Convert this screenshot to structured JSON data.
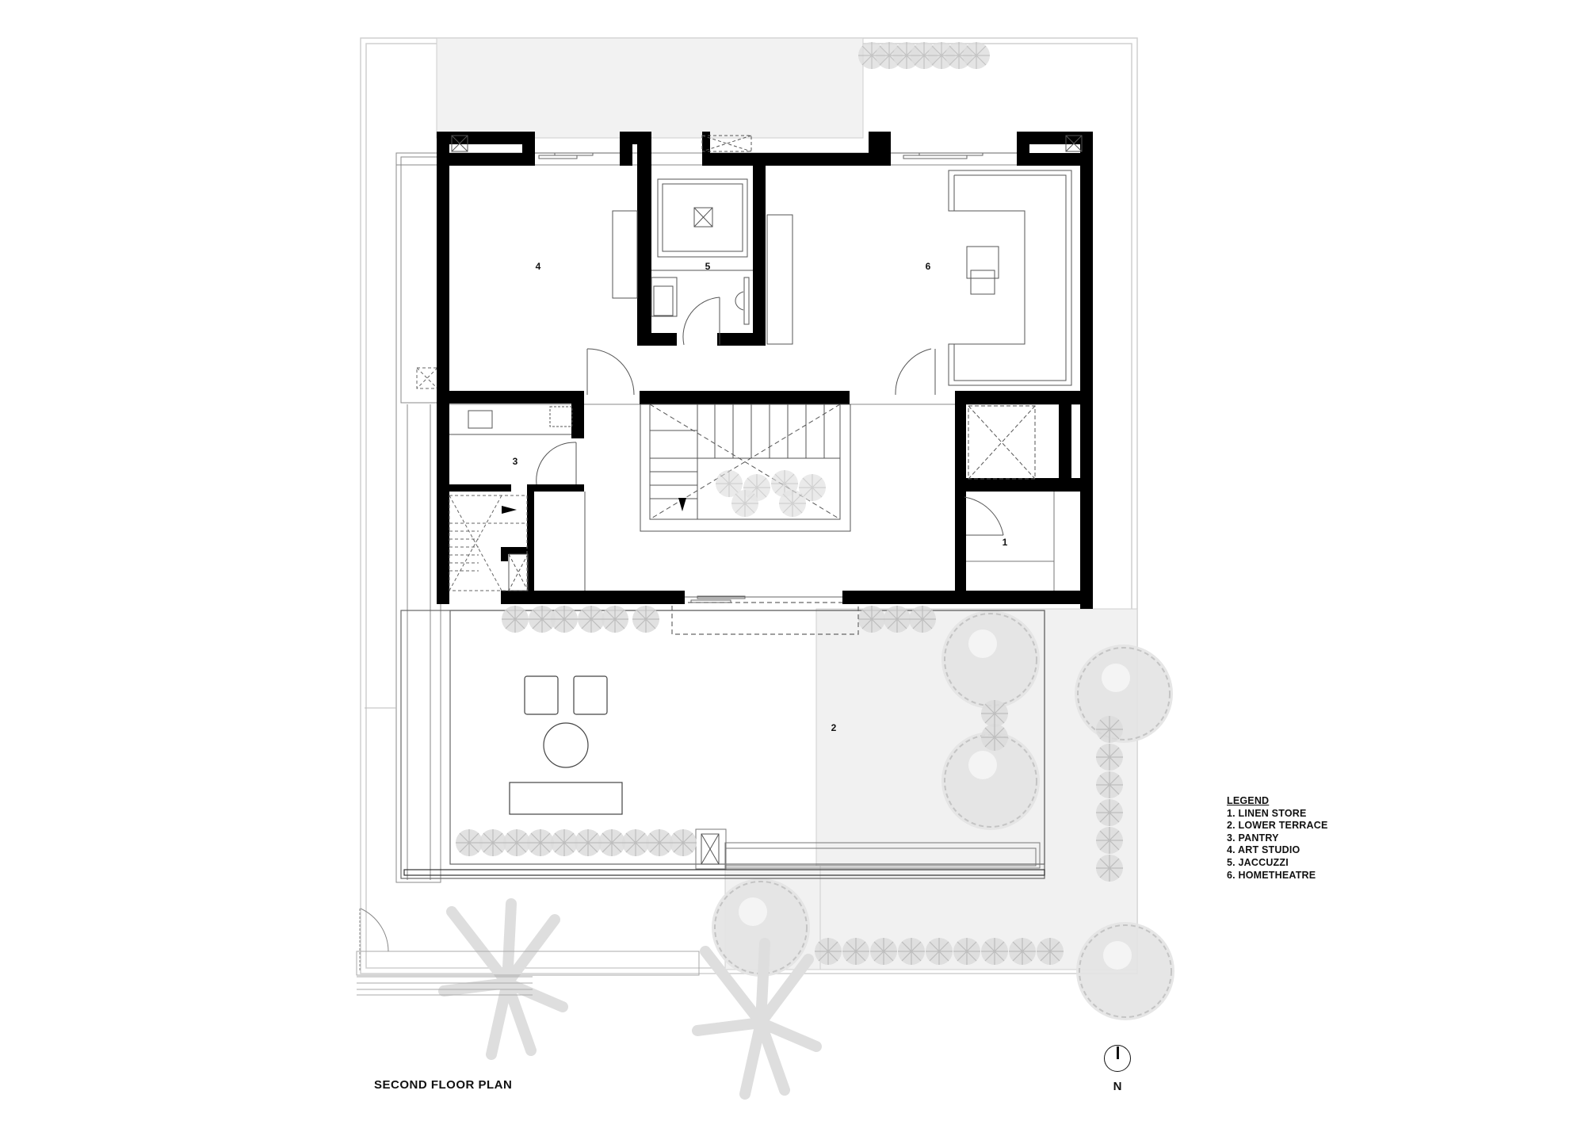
{
  "drawing": {
    "title": "SECOND FLOOR PLAN",
    "north_arrow": {
      "label": "N",
      "icon": "north-arrow-icon"
    },
    "colors": {
      "wall": "#000000",
      "line": "#555555",
      "landscape": "#d9d9d9",
      "paving": "#f2f2f2",
      "background": "#ffffff"
    }
  },
  "rooms": [
    {
      "number": "1",
      "name": "LINEN STORE"
    },
    {
      "number": "2",
      "name": "LOWER TERRACE"
    },
    {
      "number": "3",
      "name": "PANTRY"
    },
    {
      "number": "4",
      "name": "ART STUDIO"
    },
    {
      "number": "5",
      "name": "JACCUZZI"
    },
    {
      "number": "6",
      "name": "HOMETHEATRE"
    }
  ],
  "legend": {
    "title": "LEGEND",
    "items": [
      "1. LINEN STORE",
      "2. LOWER TERRACE",
      "3. PANTRY",
      "4. ART STUDIO",
      "5. JACCUZZI",
      "6. HOMETHEATRE"
    ]
  }
}
